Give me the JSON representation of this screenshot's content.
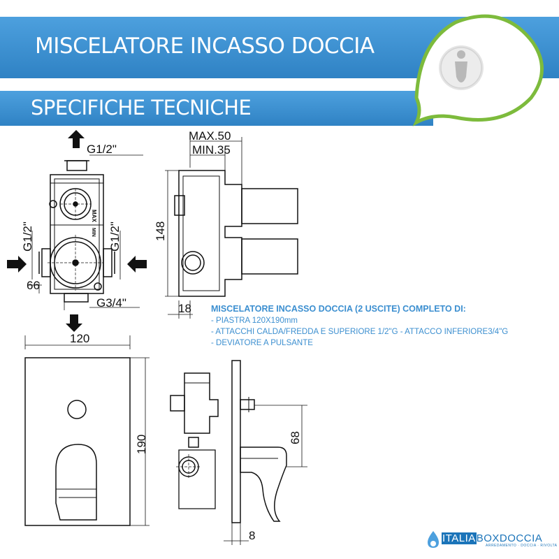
{
  "header": {
    "title": "MISCELATORE INCASSO DOCCIA",
    "subtitle": "SPECIFICHE TECNICHE"
  },
  "badge": {
    "icon": "info-person-icon"
  },
  "specs": {
    "title": "MISCELATORE INCASSO DOCCIA (2 USCITE) COMPLETO DI:",
    "items": [
      "- PIASTRA 120X190mm",
      "- ATTACCHI CALDA/FREDDA E SUPERIORE 1/2\"G - ATTACCO INFERIORE3/4\"G",
      "- DEVIATORE A PULSANTE"
    ]
  },
  "front_view": {
    "top_connection": "G1/2\"",
    "left_connection": "G1/2\"",
    "right_connection": "G1/2\"",
    "bottom_connection": "G3/4\"",
    "width_offset": "66",
    "max_mark": "MAX",
    "min_mark": "MIN"
  },
  "side_view": {
    "max_depth": "MAX.50",
    "min_depth": "MIN.35",
    "height": "148",
    "offset": "18"
  },
  "plate_view": {
    "width": "120",
    "height": "190"
  },
  "profile_view": {
    "spacing": "68",
    "depth": "8"
  },
  "brand": {
    "part1": "ITALIA",
    "part2": "BOXDOCCIA",
    "tagline": "ARREDAMENTO · DOCCIA · RIVOLTA"
  },
  "colors": {
    "accent": "#3c8fd0",
    "badge_green": "#7dbb3c"
  }
}
